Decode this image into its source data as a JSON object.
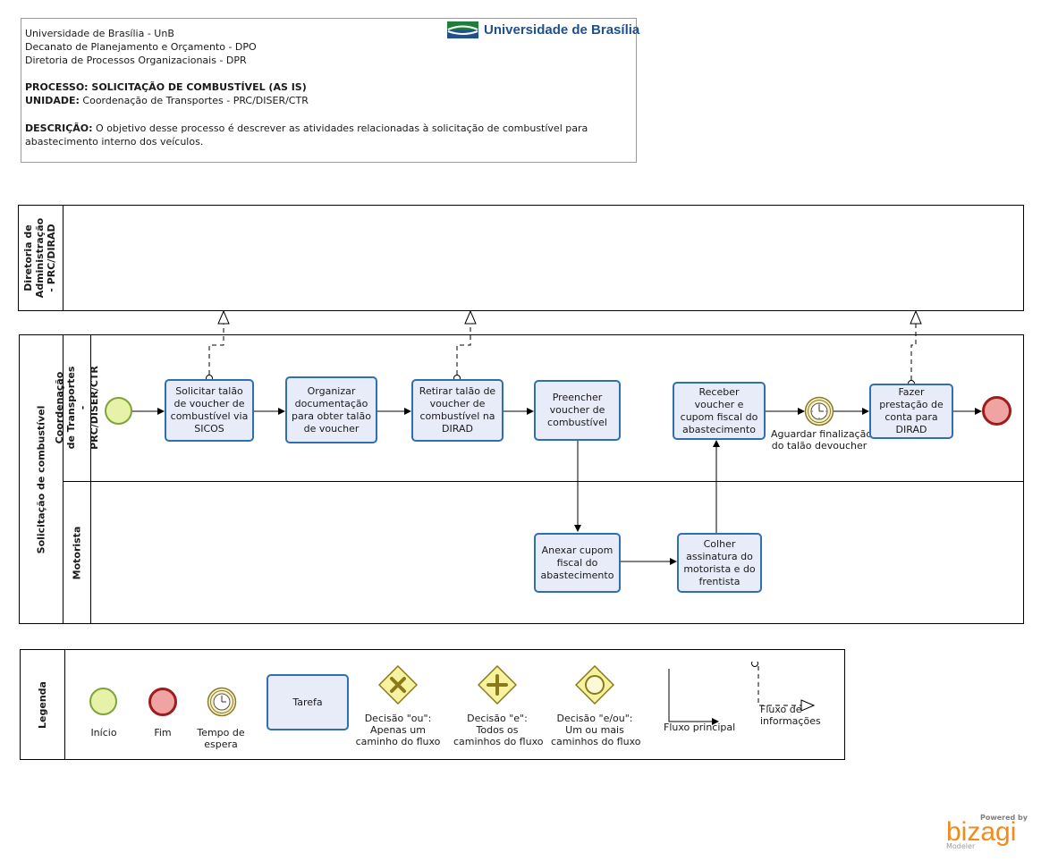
{
  "header": {
    "line1": "Universidade de Brasília - UnB",
    "line2": "Decanato de Planejamento e Orçamento - DPO",
    "line3": "Diretoria de Processos Organizacionais - DPR",
    "process_label": "PROCESSO: SOLICITAÇÃO DE COMBUSTÍVEL (AS IS)",
    "unit_label": "UNIDADE:",
    "unit_value": " Coordenação de Transportes - PRC/DISER/CTR",
    "desc_label": "DESCRIÇÃO:",
    "desc_value": " O objetivo desse processo é descrever as atividades relacionadas à solicitação de combustível para abastecimento interno dos veículos.",
    "logo_text": "Universidade de Brasília"
  },
  "pools": {
    "dirad": "Diretoria de Administração - PRC/DIRAD",
    "main": "Solicitação de combustível",
    "lane_ctr": "Coordenação de Transportes - PRC/DISER/CTR",
    "lane_motorista": "Motorista"
  },
  "tasks": {
    "t1": "Solicitar talão de voucher de combustível via SICOS",
    "t2": "Organizar documentação para obter talão de voucher",
    "t3": "Retirar talão de voucher de combustível na DIRAD",
    "t4": "Preencher voucher de combustível",
    "t5": "Anexar cupom fiscal do abastecimento",
    "t6": "Colher assinatura do motorista e do frentista",
    "t7": "Receber voucher e cupom fiscal do abastecimento",
    "t8": "Fazer prestação de conta para DIRAD"
  },
  "timer_label_1": "Aguardar finalização",
  "timer_label_2": "do talão devoucher",
  "legend": {
    "title": "Legenda",
    "inicio": "Início",
    "fim": "Fim",
    "tempo_1": "Tempo de",
    "tempo_2": "espera",
    "tarefa": "Tarefa",
    "ou_1": "Decisão \"ou\":",
    "ou_2": "Apenas um",
    "ou_3": "caminho do fluxo",
    "e_1": "Decisão \"e\":",
    "e_2": "Todos os",
    "e_3": "caminhos do fluxo",
    "eou_1": "Decisão \"e/ou\":",
    "eou_2": "Um ou mais",
    "eou_3": "caminhos do fluxo",
    "fluxo_principal": "Fluxo principal",
    "fluxo_info_1": "Fluxo de",
    "fluxo_info_2": "informações"
  },
  "brand": {
    "powered": "Powered by",
    "name": "bizagi",
    "modeler": "Modeler"
  },
  "colors": {
    "task_fill": "#e8ecf8",
    "task_border": "#2f6fae",
    "start_fill": "#e6f2a8",
    "end_fill": "#f0a3a3",
    "gateway_fill": "#f7f2a0",
    "brand_orange": "#f28a1c"
  }
}
